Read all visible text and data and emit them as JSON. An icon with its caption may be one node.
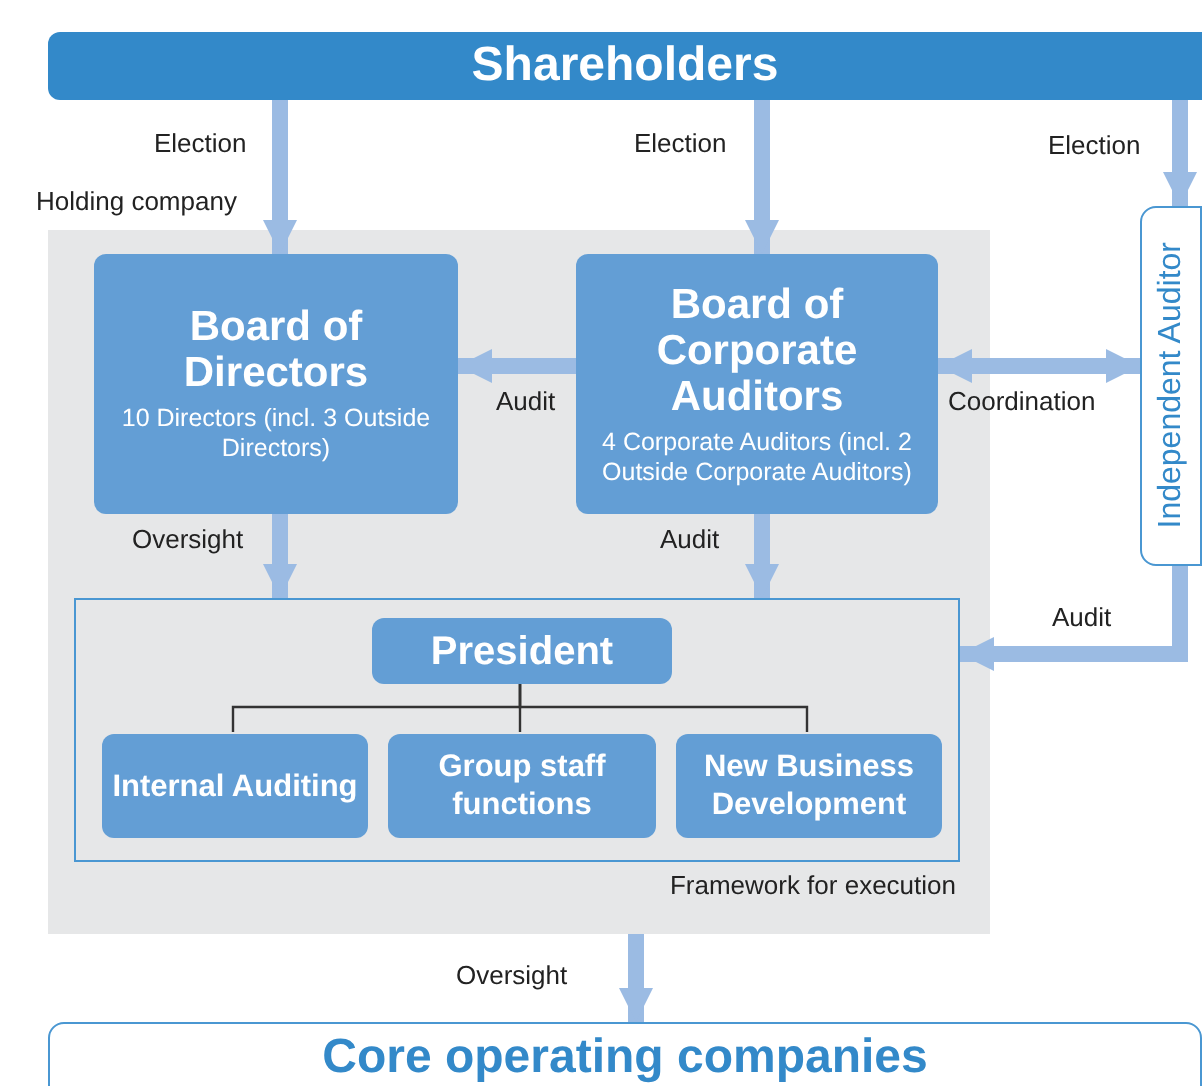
{
  "diagram": {
    "nodes": [
      {
        "text": [
          "Shareholders"
        ]
      },
      {
        "text": [
          "Holding company"
        ]
      },
      {
        "text": [
          "Board of Directors",
          "10 Directors (incl. 3 Outside Directors)"
        ],
        "in": 1
      },
      {
        "text": [
          "Board of Corporate Auditors",
          "4 Corporate Auditors (incl. 2 Outside Corporate Auditors)"
        ],
        "in": 1
      },
      {
        "text": [
          "Independent Auditor"
        ]
      },
      {
        "text": [
          "Framework for execution"
        ],
        "in": 1
      },
      {
        "text": [
          "President"
        ],
        "in": 5
      },
      {
        "text": [
          "Internal Auditing"
        ],
        "in": 5
      },
      {
        "text": [
          "Group staff functions"
        ],
        "in": 5
      },
      {
        "text": [
          "New Business Development"
        ],
        "in": 5
      },
      {
        "text": [
          "Core operating companies"
        ]
      }
    ],
    "edges": [
      {
        "from": 0,
        "to": 2,
        "arrow": "to",
        "label": "Election"
      },
      {
        "from": 0,
        "to": 3,
        "arrow": "to",
        "label": "Election"
      },
      {
        "from": 0,
        "to": 4,
        "arrow": "to",
        "label": "Election"
      },
      {
        "from": 3,
        "to": 2,
        "arrow": "to",
        "label": "Audit"
      },
      {
        "from": 3,
        "to": 4,
        "arrow": "both",
        "label": "Coordination"
      },
      {
        "from": 2,
        "to": 5,
        "arrow": "to",
        "label": "Oversight"
      },
      {
        "from": 3,
        "to": 5,
        "arrow": "to",
        "label": "Audit"
      },
      {
        "from": 4,
        "to": 5,
        "arrow": "to",
        "label": "Audit"
      },
      {
        "from": 6,
        "to": 7,
        "arrow": "none",
        "color": "#333333"
      },
      {
        "from": 6,
        "to": 8,
        "arrow": "none",
        "color": "#333333"
      },
      {
        "from": 6,
        "to": 9,
        "arrow": "none",
        "color": "#333333"
      },
      {
        "from": 1,
        "to": 10,
        "arrow": "to",
        "label": "Oversight"
      }
    ]
  }
}
